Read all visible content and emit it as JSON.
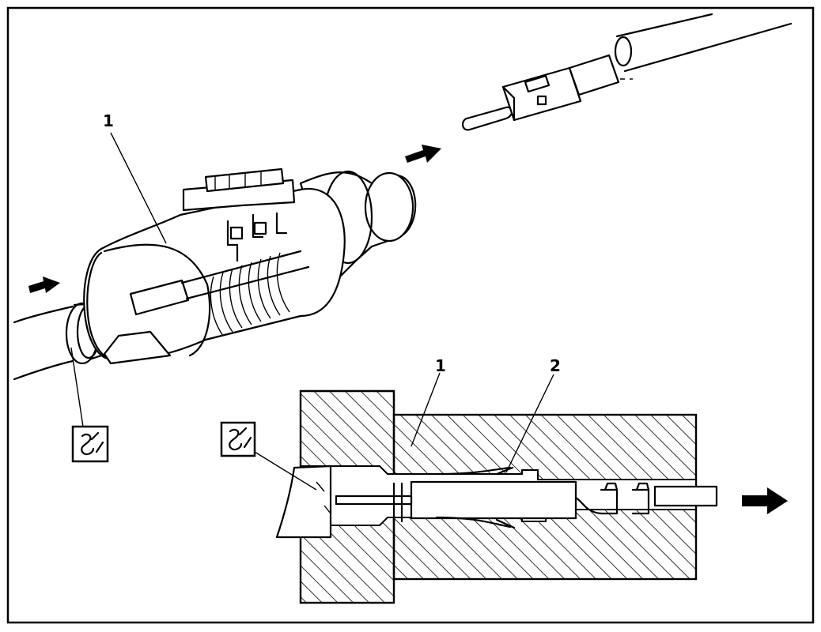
{
  "figure": {
    "labels": {
      "upper_connector": "1",
      "lower_housing": "1",
      "lower_latch": "2"
    },
    "tool_symbol": {
      "icon": "terminal-release-tool-icon"
    }
  }
}
